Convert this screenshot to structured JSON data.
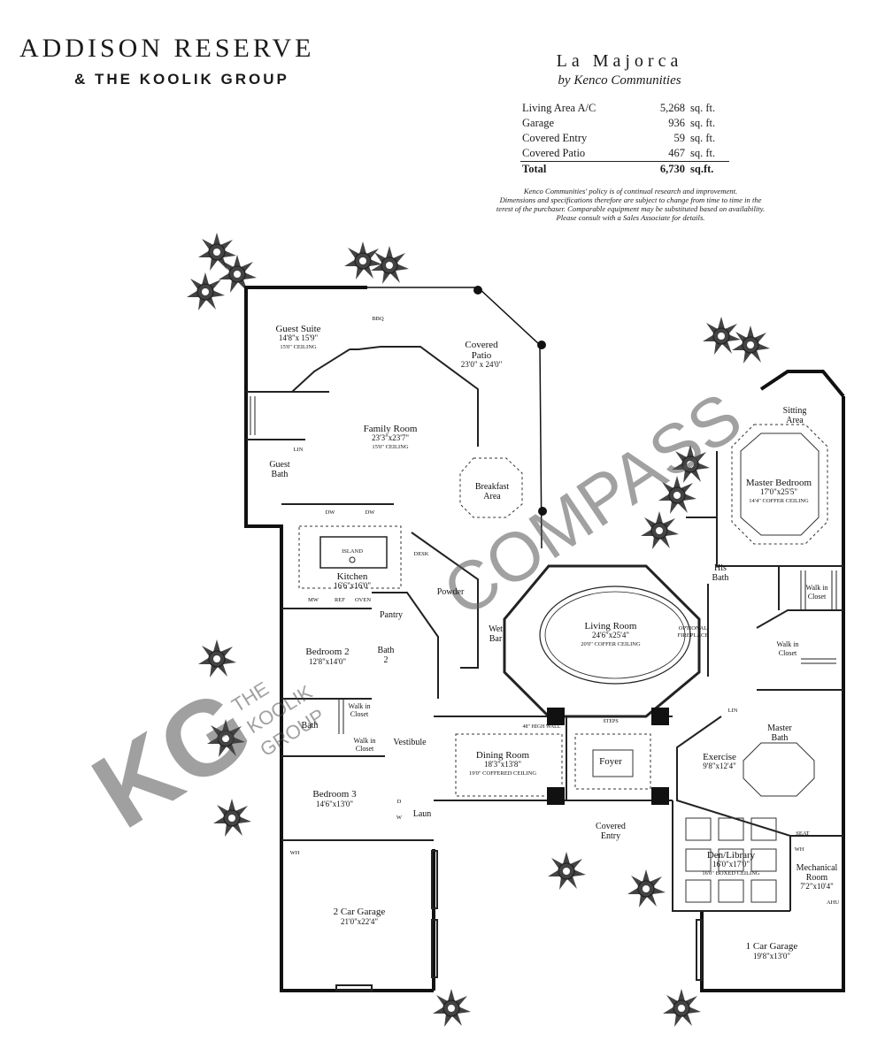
{
  "header": {
    "title": "ADDISON RESERVE",
    "subtitle": "& THE KOOLIK GROUP"
  },
  "model": {
    "name": "La Majorca",
    "builder": "by Kenco Communities"
  },
  "area_table": [
    {
      "label": "Living Area A/C",
      "value": "5,268",
      "unit": "sq. ft."
    },
    {
      "label": "Garage",
      "value": "936",
      "unit": "sq. ft."
    },
    {
      "label": "Covered Entry",
      "value": "59",
      "unit": "sq. ft."
    },
    {
      "label": "Covered Patio",
      "value": "467",
      "unit": "sq. ft."
    }
  ],
  "area_total": {
    "label": "Total",
    "value": "6,730",
    "unit": "sq.ft."
  },
  "disclaimer": [
    "Kenco Communities' policy is of continual research and improvement.",
    "Dimensions and specifications therefore are subject to change from time to time in the",
    "terest of the purchaser. Comparable equipment may be substituted based on availability.",
    "Please consult with a Sales Associate for details."
  ],
  "rooms": {
    "guest_suite": {
      "name": "Guest Suite",
      "dims": "14'8\"x 15'9\"",
      "note": "15'0\" CEILING"
    },
    "covered_patio": {
      "name1": "Covered",
      "name2": "Patio",
      "dims": "23'0\" x 24'0\""
    },
    "family_room": {
      "name": "Family Room",
      "dims": "23'3\"x23'7\"",
      "note": "15'0\" CEILING"
    },
    "guest_bath": {
      "name1": "Guest",
      "name2": "Bath"
    },
    "breakfast": {
      "name1": "Breakfast",
      "name2": "Area"
    },
    "kitchen": {
      "name": "Kitchen",
      "dims": "16'6\"x16'0\""
    },
    "powder": {
      "name": "Powder"
    },
    "wet_bar": {
      "name1": "Wet",
      "name2": "Bar"
    },
    "pantry": {
      "name": "Pantry"
    },
    "living_room": {
      "name": "Living Room",
      "dims": "24'6\"x25'4\"",
      "note": "20'0\" COFFER CEILING"
    },
    "bedroom2": {
      "name": "Bedroom 2",
      "dims": "12'8\"x14'0\""
    },
    "bath2": {
      "name1": "Bath",
      "name2": "2"
    },
    "walkin_closet_a": {
      "name1": "Walk in",
      "name2": "Closet"
    },
    "walkin_closet_b": {
      "name1": "Walk in",
      "name2": "Closet"
    },
    "bath": {
      "name": "Bath"
    },
    "vestibule": {
      "name": "Vestibule"
    },
    "bedroom3": {
      "name": "Bedroom 3",
      "dims": "14'6\"x13'0\""
    },
    "laundry": {
      "name": "Laun"
    },
    "dining_room": {
      "name": "Dining Room",
      "dims": "18'3\"x13'8\"",
      "note": "19'0\" COFFERED CEILING",
      "wall": "48\" HIGH WALL"
    },
    "foyer": {
      "name": "Foyer",
      "steps": "STEPS"
    },
    "covered_entry": {
      "name1": "Covered",
      "name2": "Entry"
    },
    "exercise": {
      "name": "Exercise",
      "dims": "9'8\"x12'4\""
    },
    "his_bath": {
      "name1": "His",
      "name2": "Bath"
    },
    "master_bedroom": {
      "name": "Master Bedroom",
      "dims": "17'0\"x25'5\"",
      "note": "14'4\" COFFER CEILING"
    },
    "sitting_area": {
      "name1": "Sitting",
      "name2": "Area"
    },
    "walkin_closet_c": {
      "name1": "Walk in",
      "name2": "Closet"
    },
    "walkin_closet_d": {
      "name1": "Walk in",
      "name2": "Closet"
    },
    "master_bath": {
      "name1": "Master",
      "name2": "Bath"
    },
    "den_library": {
      "name": "Den/Library",
      "dims": "16'0\"x17'0\"",
      "note": "16'0\" BOXED CEILING"
    },
    "mechanical": {
      "name1": "Mechanical",
      "name2": "Room",
      "dims": "7'2\"x10'4\""
    },
    "garage2": {
      "name": "2 Car Garage",
      "dims": "21'0\"x22'4\""
    },
    "garage1": {
      "name": "1 Car Garage",
      "dims": "19'8\"x13'0\""
    }
  },
  "fixtures": {
    "bbq": "BBQ",
    "lin": "LIN",
    "dw": "DW",
    "island": "ISLAND",
    "mw": "MW",
    "ref": "REF",
    "oven": "OVEN",
    "desk": "DESK",
    "optional_fireplace_1": "OPTIONAL",
    "optional_fireplace_2": "FIREPLACE",
    "wh": "WH",
    "ahu": "AHU",
    "seat": "SEAT",
    "d": "D",
    "w": "W"
  },
  "watermarks": {
    "compass": "COMPASS",
    "koolik_line1": "THE",
    "koolik_line2": "KOOLIK",
    "koolik_line3": "GROUP",
    "koolik_mark": "KG"
  }
}
